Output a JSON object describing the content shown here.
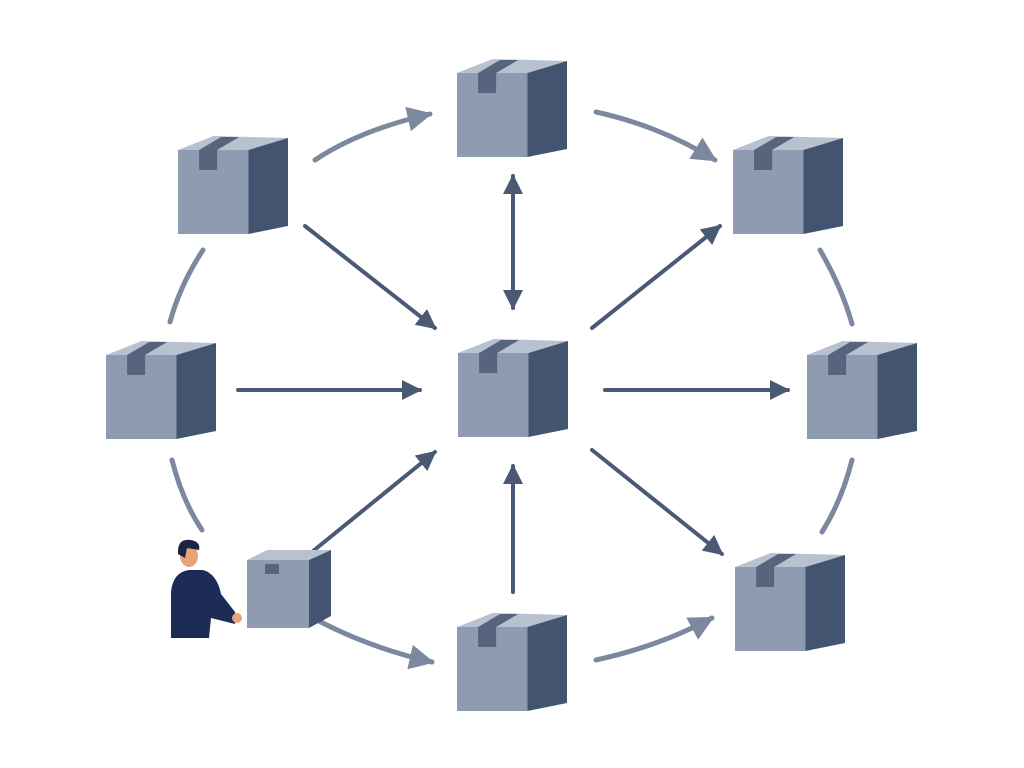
{
  "diagram": {
    "nodes": [
      {
        "id": "top",
        "icon": "package-box-icon"
      },
      {
        "id": "upper-left",
        "icon": "package-box-icon"
      },
      {
        "id": "upper-right",
        "icon": "package-box-icon"
      },
      {
        "id": "left",
        "icon": "package-box-icon"
      },
      {
        "id": "center",
        "icon": "package-box-icon"
      },
      {
        "id": "right",
        "icon": "package-box-icon"
      },
      {
        "id": "lower-left",
        "icon": "person-holding-box-icon"
      },
      {
        "id": "bottom",
        "icon": "package-box-icon"
      },
      {
        "id": "lower-right",
        "icon": "package-box-icon"
      }
    ],
    "edges": [
      {
        "from": "upper-left",
        "to": "center",
        "kind": "straight-arrow"
      },
      {
        "from": "left",
        "to": "center",
        "kind": "straight-arrow"
      },
      {
        "from": "lower-left",
        "to": "center",
        "kind": "straight-arrow"
      },
      {
        "from": "bottom",
        "to": "center",
        "kind": "straight-arrow"
      },
      {
        "from": "top",
        "to": "center",
        "kind": "double-arrow"
      },
      {
        "from": "center",
        "to": "upper-right",
        "kind": "straight-arrow"
      },
      {
        "from": "center",
        "to": "right",
        "kind": "straight-arrow"
      },
      {
        "from": "center",
        "to": "lower-right",
        "kind": "straight-arrow"
      },
      {
        "from": "upper-left",
        "to": "top",
        "kind": "curved-arrow"
      },
      {
        "from": "top",
        "to": "upper-right",
        "kind": "curved-arrow"
      },
      {
        "from": "lower-left",
        "to": "bottom",
        "kind": "curved-arrow"
      },
      {
        "from": "bottom",
        "to": "lower-right",
        "kind": "curved-arrow"
      },
      {
        "from": "upper-left",
        "to": "left",
        "kind": "curved-line"
      },
      {
        "from": "left",
        "to": "lower-left",
        "kind": "curved-line"
      },
      {
        "from": "upper-right",
        "to": "right",
        "kind": "curved-line"
      },
      {
        "from": "right",
        "to": "lower-right",
        "kind": "curved-line"
      }
    ]
  },
  "colors": {
    "box_front": "#8e9bb0",
    "box_side": "#42546f",
    "box_top": "#b7c1d0",
    "tape": "#56657d",
    "arrow_dark": "#4a5a74",
    "arrow_light": "#7b889e",
    "person_body": "#1d2b57",
    "person_skin": "#e9a37a",
    "person_hair": "#1c2540"
  }
}
